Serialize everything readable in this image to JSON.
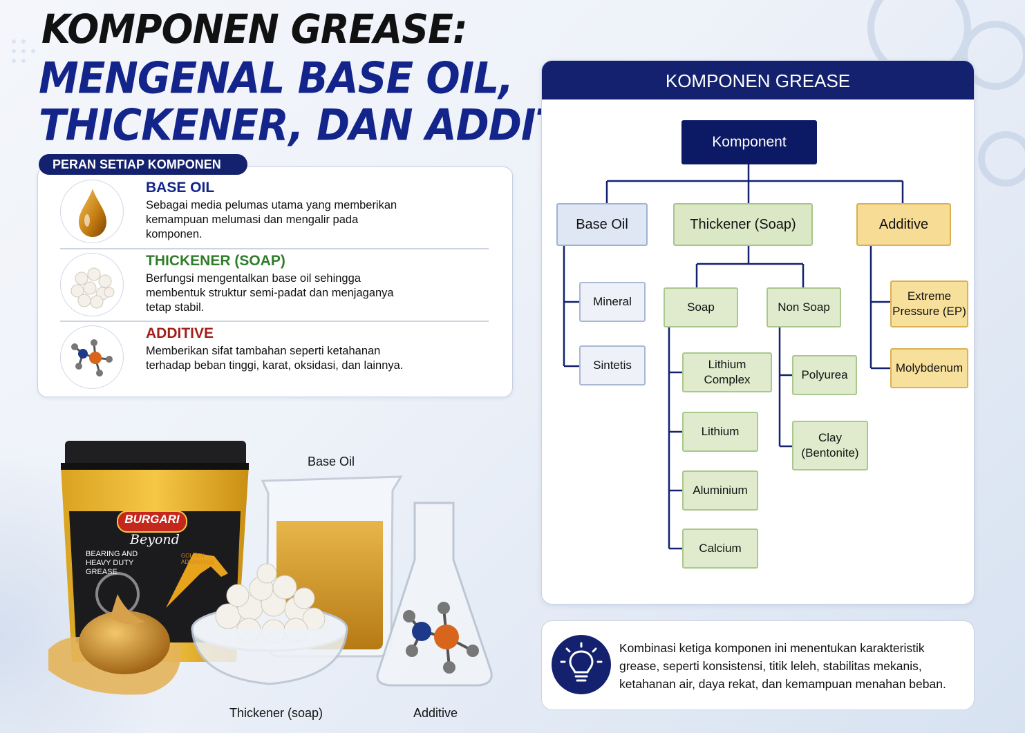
{
  "title": {
    "line1": "KOMPONEN GREASE:",
    "line2": "MENGENAL BASE OIL,",
    "line3": "THICKENER, DAN ADDITIVE"
  },
  "roles": {
    "heading": "PERAN SETIAP KOMPONEN",
    "items": [
      {
        "name": "BASE OIL",
        "color": "#13248a",
        "desc": "Sebagai media pelumas utama yang memberikan kemampuan melumasi dan mengalir pada komponen.",
        "icon": "oil-drop-icon"
      },
      {
        "name": "THICKENER (SOAP)",
        "color": "#2f7d2a",
        "desc": "Berfungsi mengentalkan base oil sehingga membentuk struktur semi-padat dan menjaganya tetap stabil.",
        "icon": "soap-beads-icon"
      },
      {
        "name": "ADDITIVE",
        "color": "#a31f1a",
        "desc": "Memberikan sifat tambahan seperti ketahanan terhadap beban tinggi, karat, oksidasi, dan lainnya.",
        "icon": "molecule-icon"
      }
    ]
  },
  "products": {
    "bucket_brand": "BURGARI",
    "bucket_sub": "Beyond",
    "bucket_text": "BEARING AND HEAVY DUTY GREASE",
    "bucket_side": "GOLDEN ADVANTAGE",
    "labels": {
      "base_oil": "Base Oil",
      "thickener": "Thickener (soap)",
      "additive": "Additive"
    }
  },
  "tree": {
    "header": "KOMPONEN GREASE",
    "root": "Komponent",
    "base_oil": {
      "label": "Base Oil",
      "children": [
        "Mineral",
        "Sintetis"
      ]
    },
    "thickener": {
      "label": "Thickener (Soap)",
      "soap": {
        "label": "Soap",
        "children": [
          "Lithium Complex",
          "Lithium",
          "Aluminium",
          "Calcium"
        ]
      },
      "non_soap": {
        "label": "Non Soap",
        "children": [
          "Polyurea",
          "Clay\n(Bentonite)"
        ]
      }
    },
    "additive": {
      "label": "Additive",
      "children": [
        "Extreme Pressure (EP)",
        "Molybdenum"
      ]
    }
  },
  "note": {
    "text": "Kombinasi ketiga komponen ini menentukan karakteristik grease, seperti konsistensi, titik leleh, stabilitas mekanis, ketahanan air, daya rekat, dan kemampuan menahan beban.",
    "icon": "lightbulb-icon"
  }
}
